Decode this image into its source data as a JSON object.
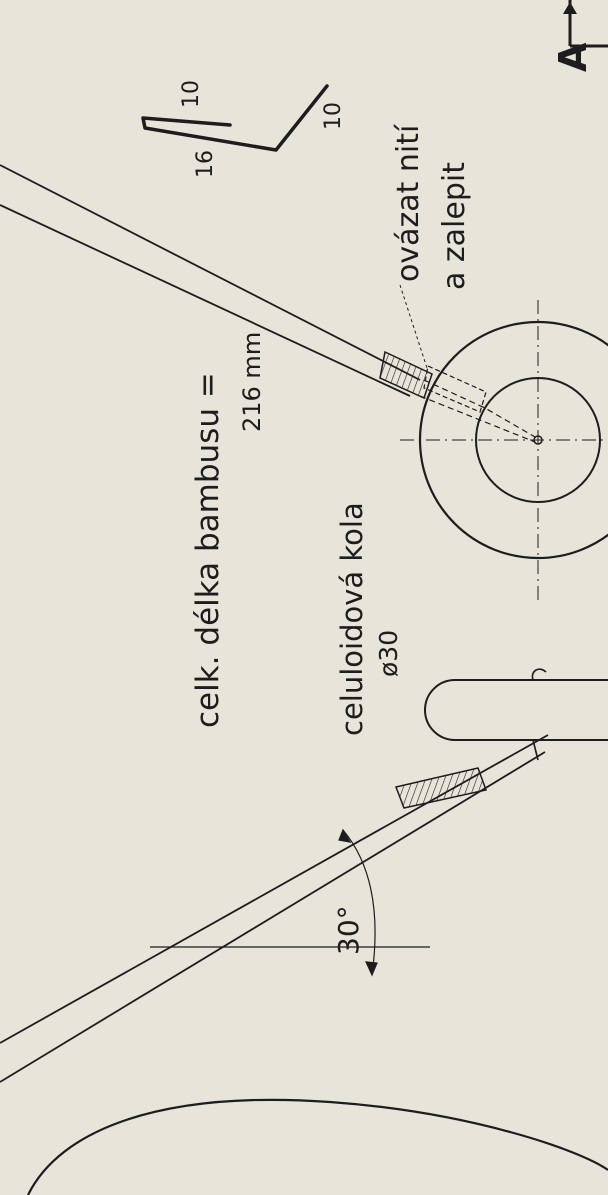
{
  "annotations": {
    "dim_top": "10",
    "dim_left": "16",
    "dim_right": "10",
    "tie_line1": "ovázat nití",
    "tie_line2": "a zalepit",
    "length_line1": "celk. délka bambusu =",
    "length_line2": "216 mm",
    "wheel_line1": "celuloidová kola",
    "wheel_line2": "ø30",
    "angle": "30°",
    "section": "A"
  },
  "colors": {
    "paper": "#e7e4d9",
    "ink": "#1d1d1d"
  }
}
